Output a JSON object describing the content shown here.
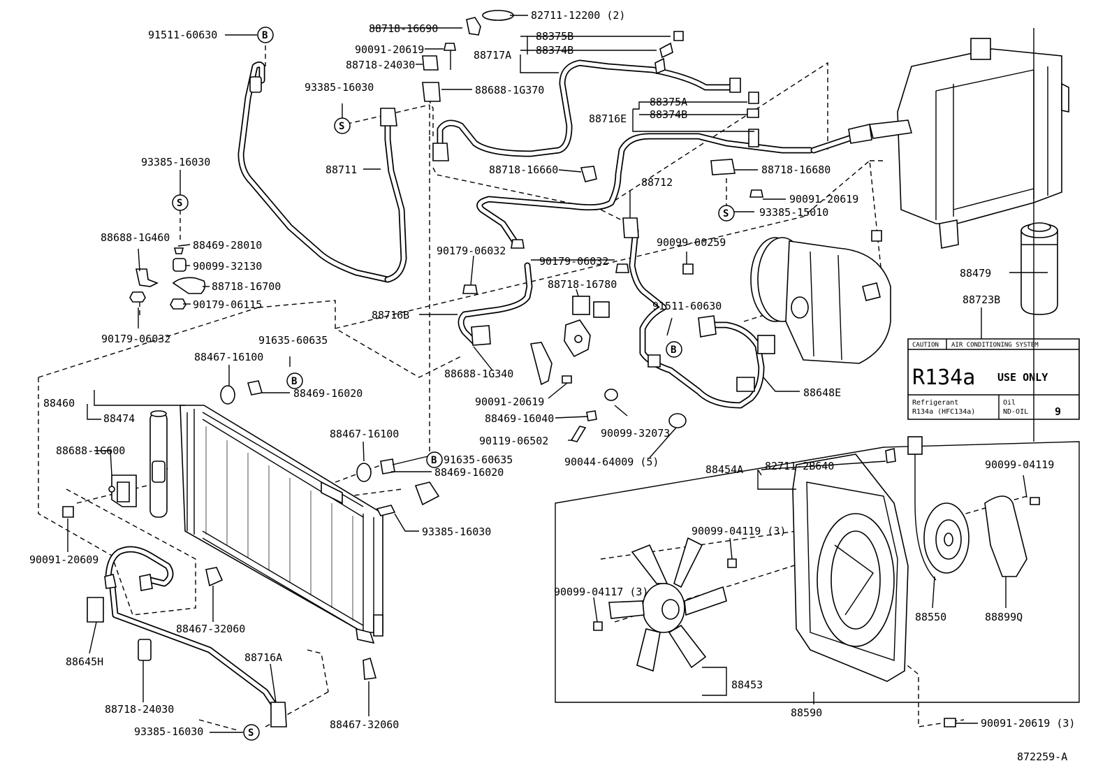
{
  "refs": {
    "S": "S",
    "B": "B"
  },
  "diagram_id": "872259-A",
  "caution_label": {
    "part_no": "88723B",
    "caution": "CAUTION",
    "system": "AIR CONDITIONING SYSTEM",
    "refrigerant_big": "R134a",
    "use_only": "USE ONLY",
    "refrigerant_line1": "Refrigerant",
    "refrigerant_line2": "R134a (HFC134a)",
    "oil_line1": "Oil",
    "oil_line2": "ND-OIL",
    "oil_number": "9"
  },
  "parts": [
    "91511-60630",
    "93385-16030",
    "93385-16030",
    "88688-1G460",
    "88469-28010",
    "90099-32130",
    "88718-16700",
    "90179-06115",
    "90179-06032",
    "88711",
    "88718-16690",
    "90091-20619",
    "88718-24030",
    "88688-1G370",
    "82711-12200 (2)",
    "88375B",
    "88374B",
    "88717A",
    "88375A",
    "88374B",
    "88716E",
    "88718-16660",
    "88718-16680",
    "90091-20619",
    "93385-15010",
    "88712",
    "90099-00259",
    "90179-06032",
    "90179-06032",
    "88716B",
    "88718-16780",
    "91511-60630",
    "88688-1G340",
    "90091-20619",
    "88469-16040",
    "90119-06502",
    "90044-64009 (5)",
    "90099-32073",
    "88648E",
    "88479",
    "88723B",
    "91635-60635",
    "88467-16100",
    "88469-16020",
    "88460",
    "88474",
    "88688-1G600",
    "88467-16100",
    "91635-60635",
    "88469-16020",
    "93385-16030",
    "90091-20609",
    "88467-32060",
    "88645H",
    "88716A",
    "88718-24030",
    "93385-16030",
    "88467-32060",
    "82711-2B640",
    "88454A",
    "90099-04119",
    "90099-04119 (3)",
    "90099-04117 (3)",
    "88550",
    "88899Q",
    "88453",
    "88590",
    "90091-20619 (3)"
  ]
}
